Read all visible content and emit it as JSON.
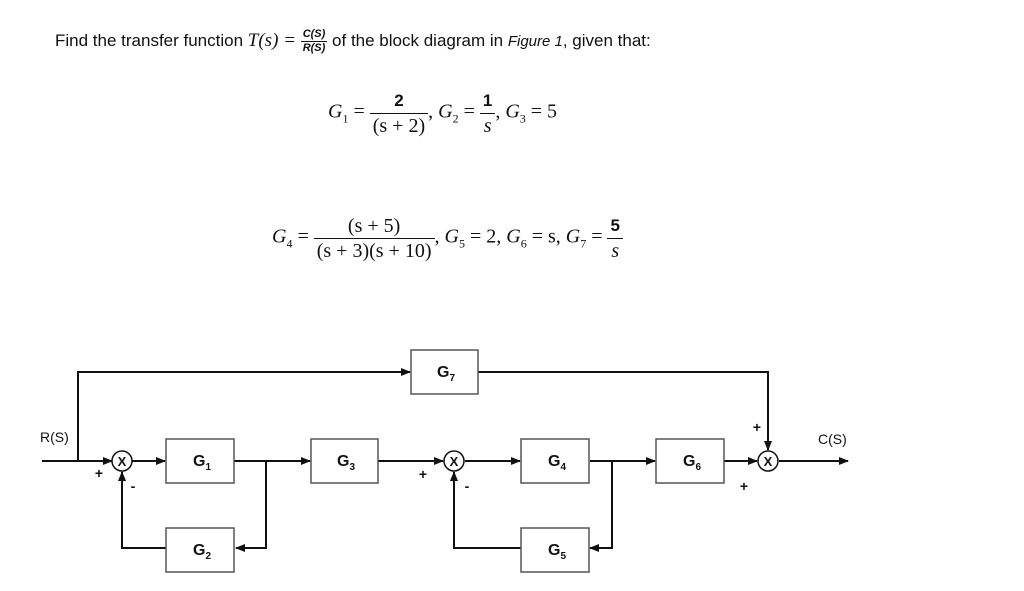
{
  "question": {
    "prefix": "Find the transfer function",
    "T_of_s": "T(s) =",
    "frac_num": "C(S)",
    "frac_den": "R(S)",
    "middle": "of the block diagram in",
    "figure_ref": "Figure 1",
    "suffix": ", given that:"
  },
  "given_line1": {
    "g1_label": "G",
    "g1_sub": "1",
    "g1_num": "2",
    "g1_den": "(s + 2)",
    "g2_label": "G",
    "g2_sub": "2",
    "g2_num": "1",
    "g2_den": "s",
    "g3_label": "G",
    "g3_sub": "3",
    "g3_val": "= 5"
  },
  "given_line2": {
    "g4_label": "G",
    "g4_sub": "4",
    "g4_num": "(s + 5)",
    "g4_den": "(s + 3)(s + 10)",
    "g5_label": "G",
    "g5_sub": "5",
    "g5_val": "= 2,",
    "g6_label": "G",
    "g6_sub": "6",
    "g6_val": "= s,",
    "g7_label": "G",
    "g7_sub": "7",
    "g7_num": "5",
    "g7_den": "s"
  },
  "diagram": {
    "input_label": "R(S)",
    "output_label": "C(S)",
    "junction_symbol": "X",
    "blocks": [
      {
        "name": "G",
        "sub": "1"
      },
      {
        "name": "G",
        "sub": "2"
      },
      {
        "name": "G",
        "sub": "3"
      },
      {
        "name": "G",
        "sub": "4"
      },
      {
        "name": "G",
        "sub": "5"
      },
      {
        "name": "G",
        "sub": "6"
      },
      {
        "name": "G",
        "sub": "7"
      }
    ],
    "signs": {
      "sj1_in": "+",
      "sj1_fb": "-",
      "sj2_in": "+",
      "sj2_fb": "-",
      "sj3_top": "+",
      "sj3_bottom": "+"
    }
  }
}
